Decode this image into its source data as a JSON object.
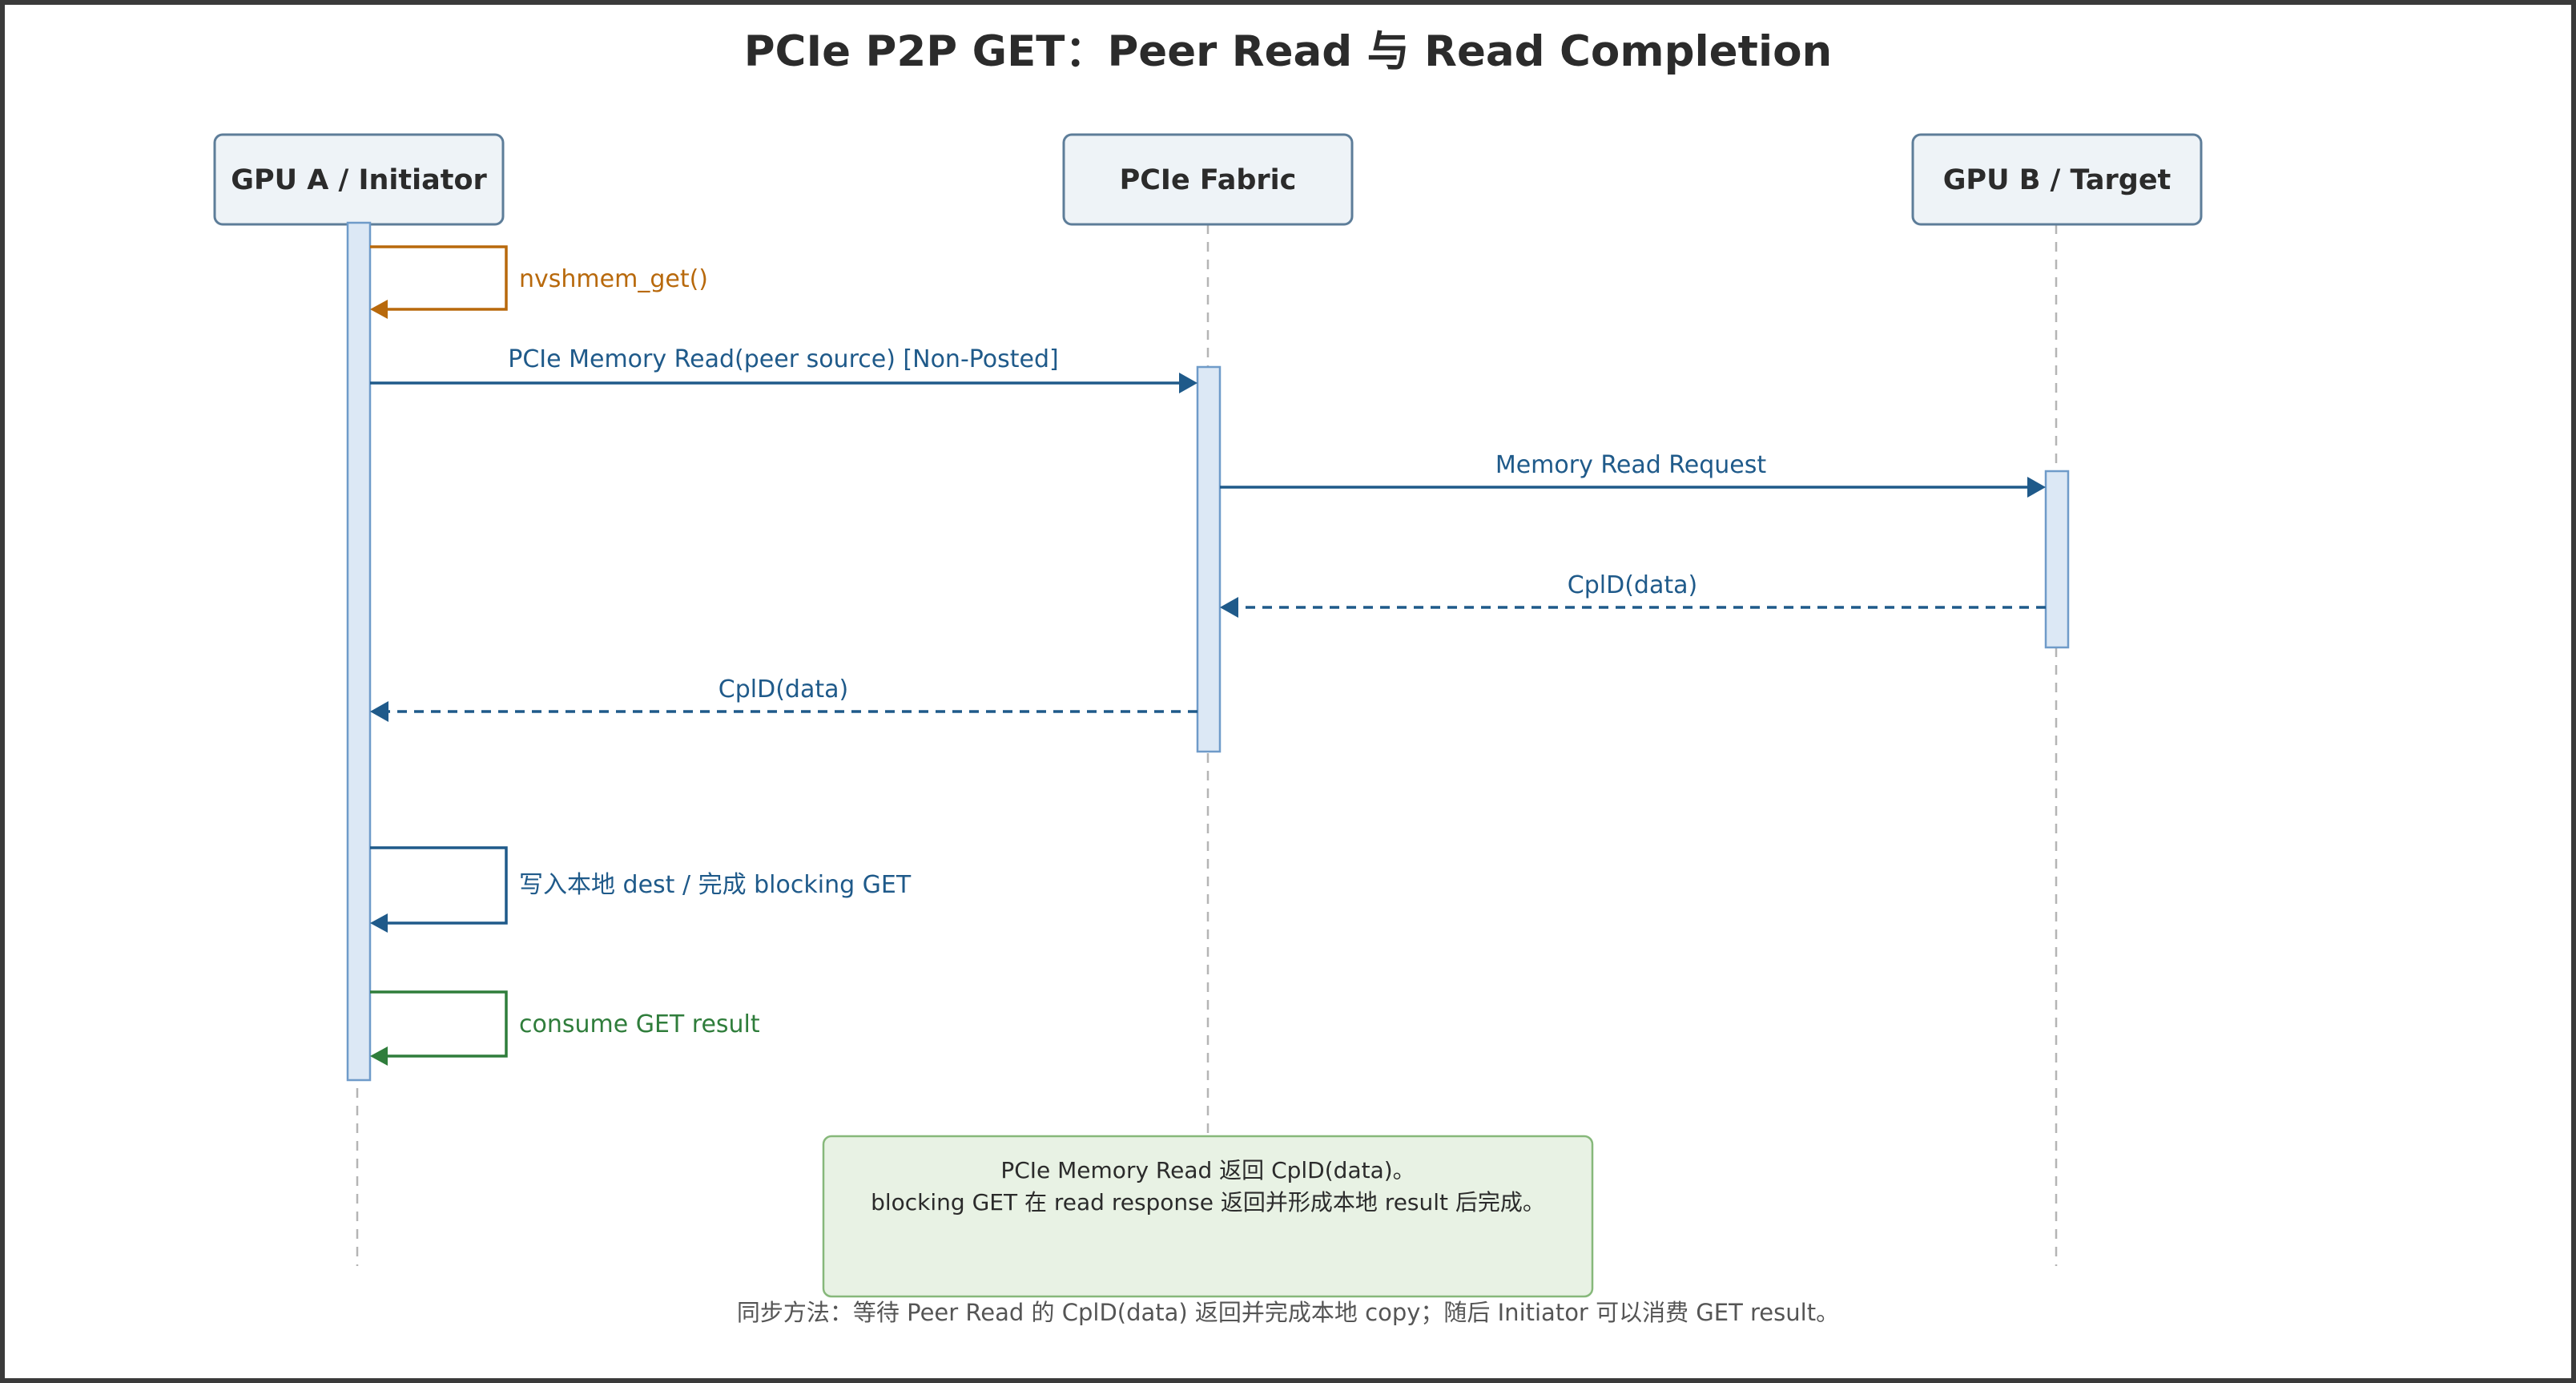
{
  "title": "PCIe P2P GET：Peer Read 与 Read Completion",
  "actors": [
    {
      "id": "gpu-a",
      "label": "GPU A / Initiator"
    },
    {
      "id": "fabric",
      "label": "PCIe Fabric"
    },
    {
      "id": "gpu-b",
      "label": "GPU B / Target"
    }
  ],
  "messages": [
    {
      "label": "nvshmem_get()",
      "kind": "self",
      "style": "solid",
      "color": "#b8690c"
    },
    {
      "label": "PCIe Memory Read(peer source) [Non-Posted]",
      "kind": "forward",
      "style": "solid",
      "color": "#1f5a8a"
    },
    {
      "label": "Memory Read Request",
      "kind": "forward",
      "style": "solid",
      "color": "#1f5a8a"
    },
    {
      "label": "CplD(data)",
      "kind": "return",
      "style": "dashed",
      "color": "#1f5a8a"
    },
    {
      "label": "CplD(data)",
      "kind": "return",
      "style": "dashed",
      "color": "#1f5a8a"
    },
    {
      "label": "写入本地 dest / 完成 blocking GET",
      "kind": "self",
      "style": "solid",
      "color": "#1f5a8a"
    },
    {
      "label": "consume GET result",
      "kind": "self",
      "style": "solid",
      "color": "#2f7d3b"
    }
  ],
  "note": {
    "lines": [
      "PCIe Memory Read 返回 CplD(data)。",
      "blocking GET 在 read response 返回并形成本地 result 后完成。"
    ]
  },
  "footer": "同步方法：等待 Peer Read 的 CplD(data) 返回并完成本地 copy；随后 Initiator 可以消费 GET result。",
  "colors": {
    "actor_fill": "#eef3f7",
    "actor_border": "#5d7d99",
    "activation_fill": "#dce8f5",
    "activation_border": "#6f9bc9",
    "lifeline": "#b5b5b5",
    "note_fill": "#e8f2e4",
    "note_border": "#86b87a"
  }
}
